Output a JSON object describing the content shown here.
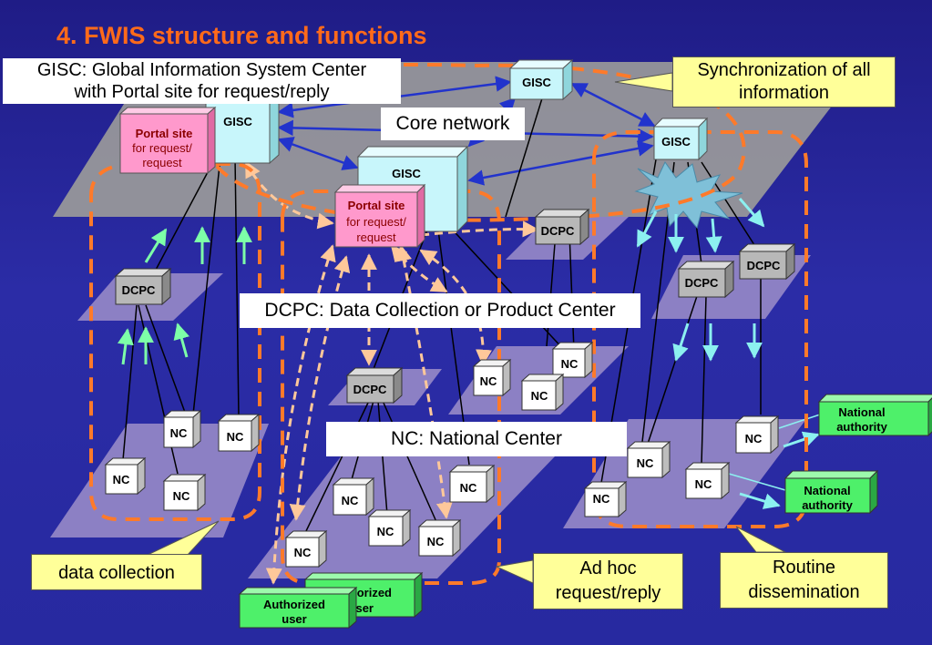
{
  "title": "4.  FWIS structure and functions",
  "labels": {
    "gisc_def_line1": "GISC: Global Information System Center",
    "gisc_def_line2": "with Portal site for request/reply",
    "core_network": "Core network",
    "dcpc_def": "DCPC: Data Collection or Product Center",
    "nc_def": "NC: National Center"
  },
  "callouts": {
    "sync_line1": "Synchronization of all",
    "sync_line2": "information",
    "data_collection": "data collection",
    "adhoc_line1": "Ad hoc",
    "adhoc_line2": "request/reply",
    "routine_line1": "Routine",
    "routine_line2": "dissemination"
  },
  "nodes": {
    "gisc": "GISC",
    "dcpc": "DCPC",
    "nc": "NC",
    "portal_title": "Portal site",
    "portal_line1": "for request/",
    "portal_line2a": "request",
    "portal_line2b": "request",
    "national_line1": "National",
    "national_line2": "authority",
    "auth_front_line1": "Authorized",
    "auth_front_line2": "user",
    "auth_back_line1": "orized",
    "auth_back_line2": "ser"
  },
  "colors": {
    "background": "#2626a0",
    "title": "#ff6a1a",
    "core_plane": "#9a9a9a",
    "regional_plane": "#8c80c4",
    "gisc_box": "#c8f6fb",
    "dcpc_box": "#b8b8b8",
    "nc_box": "#ffffff",
    "portal_box": "#ff99cc",
    "national_box": "#4ef06a",
    "callout": "#ffff99",
    "dashed_group": "#ff7a2a",
    "adhoc_arrow": "#ffc89a",
    "routine_arrow": "#8cf0f0",
    "collection_arrow": "#7dffa8",
    "core_link": "#2233cc"
  }
}
